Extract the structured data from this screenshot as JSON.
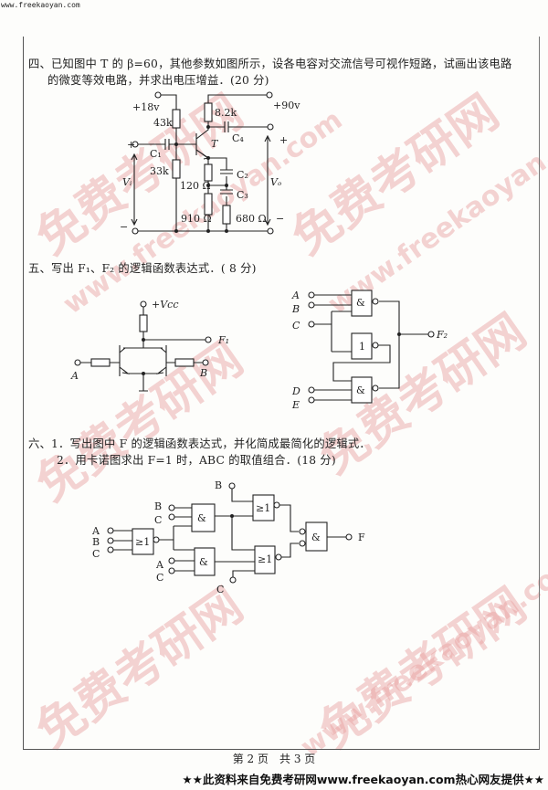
{
  "header": {
    "site": "www.freekaoyan.com"
  },
  "watermark": {
    "text": "免费考研网",
    "url": "www.freekaoyan.com"
  },
  "q4": {
    "line1": "四、已知图中 T 的 β=60，其他参数如图所示，设各电容对交流信号可视作短路，试画出该电路",
    "line2": "的微变等效电路，并求出电压增益．(20 分)",
    "labels": {
      "vcc1": "+18v",
      "vcc2": "+90v",
      "r1": "43k",
      "r2": "33k",
      "rc": "8.2k",
      "re1": "120 Ω",
      "re2": "910 Ω",
      "re3": "680 Ω",
      "c1": "C₁",
      "c2": "C₂",
      "c3": "C₃",
      "c4": "C₄",
      "t": "T",
      "vi": "Vᵢ",
      "vo": "Vₒ",
      "plus": "+",
      "minus": "−"
    }
  },
  "q5": {
    "title": "五、写出 F₁、F₂ 的逻辑函数表达式．( 8 分)",
    "circuit1": {
      "vcc": "+Vcc",
      "out": "F₁",
      "a": "A",
      "b": "B"
    },
    "circuit2": {
      "a": "A",
      "b": "B",
      "c": "C",
      "d": "D",
      "e": "E",
      "out": "F₂",
      "nand": "&",
      "not": "1"
    }
  },
  "q6": {
    "line1": "六、1．写出图中 F 的逻辑函数表达式，并化简成最简化的逻辑式．",
    "line2": "2．用卡诺图求出 F=1 时，ABC 的取值组合．(18 分)",
    "circuit": {
      "a": "A",
      "b": "B",
      "c": "C",
      "out": "F",
      "and": "&",
      "nor": "≥1"
    }
  },
  "footer": {
    "page": "第 2 页　共 3 页",
    "banner": "★★此资料来自免费考研网www.freekaoyan.com热心网友提供★★"
  }
}
